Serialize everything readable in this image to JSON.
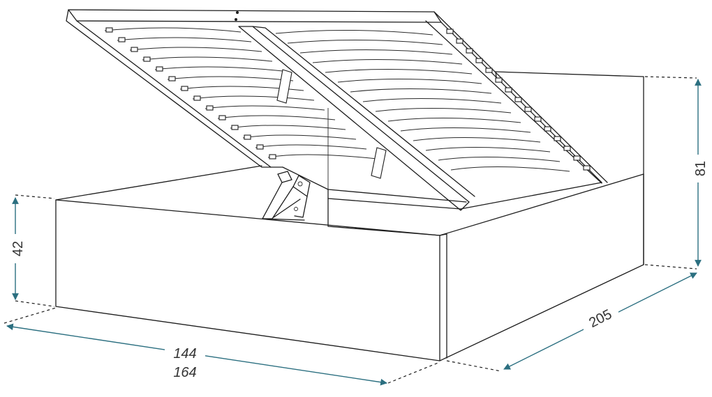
{
  "colors": {
    "outline": "#1d1d1d",
    "dimension_line": "#2b6f80",
    "dimension_text": "#333333",
    "background": "#ffffff"
  },
  "dimensions": {
    "height_headboard": "81",
    "height_frame": "42",
    "length": "205",
    "width_inner": "144",
    "width_outer": "164"
  }
}
